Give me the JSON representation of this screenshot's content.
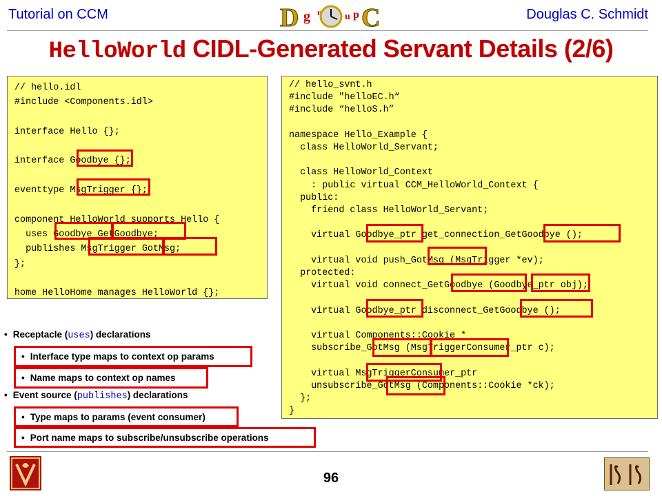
{
  "header": {
    "left": "Tutorial on CCM",
    "right": "Douglas C. Schmidt",
    "logo_letters": [
      "g",
      "r",
      "u",
      "p"
    ]
  },
  "title": {
    "code": "HelloWorld",
    "rest": " CIDL-Generated Servant Details (2/6)"
  },
  "idl_code": [
    "// hello.idl",
    "#include <Components.idl>",
    "",
    "interface Hello {};",
    "",
    "interface Goodbye {};",
    "",
    "eventtype MsgTrigger {};",
    "",
    "component HelloWorld supports Hello {",
    "  uses Goodbye GetGoodbye;",
    "  publishes MsgTrigger GotMsg;",
    "};",
    "",
    "home HelloHome manages HelloWorld {};"
  ],
  "svnt_code": [
    "// hello_svnt.h",
    "#include \"helloEC.h“",
    "#include “helloS.h”",
    "",
    "namespace Hello_Example {",
    "  class HelloWorld_Servant;",
    "",
    "  class HelloWorld_Context",
    "    : public virtual CCM_HelloWorld_Context {",
    "  public:",
    "    friend class HelloWorld_Servant;",
    "",
    "    virtual Goodbye_ptr get_connection_GetGoodbye ();",
    "",
    "    virtual void push_GotMsg (MsgTrigger *ev);",
    "  protected:",
    "    virtual void connect_GetGoodbye (Goodbye_ptr obj);",
    "",
    "    virtual Goodbye_ptr disconnect_GetGoodbye ();",
    "",
    "    virtual Components::Cookie *",
    "    subscribe_GotMsg (MsgTriggerConsumer_ptr c);",
    "",
    "    virtual MsgTriggerConsumer_ptr",
    "    unsubscribe_GotMsg (Components::Cookie *ck);",
    "  };",
    "}"
  ],
  "bullets": {
    "receptacle_pre": "Receptacle (",
    "receptacle_kw": "uses",
    "receptacle_post": ") declarations",
    "sub1": "Interface type maps to context op params",
    "sub2": "Name maps to context op names",
    "event_pre": "Event source (",
    "event_kw": "publishes",
    "event_post": ") declarations",
    "sub3": "Type maps to params (event consumer)",
    "sub4": "Port name maps to subscribe/unsubscribe operations"
  },
  "footer": {
    "page_number": "96"
  },
  "colors": {
    "header_blue": "#0000c0",
    "title_red": "#c00000",
    "code_bg": "#ffff80",
    "highlight_red": "#e00000"
  }
}
